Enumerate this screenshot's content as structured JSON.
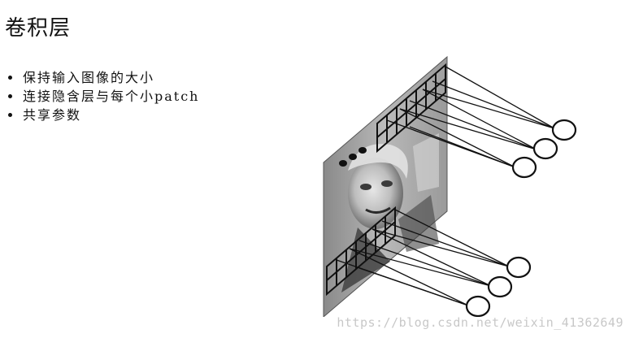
{
  "slide": {
    "title": "卷积层",
    "bullets": [
      "保持输入图像的大小",
      "连接隐含层与每个小patch",
      "共享参数"
    ]
  },
  "watermark": "https://blog.csdn.net/weixin_41362649"
}
